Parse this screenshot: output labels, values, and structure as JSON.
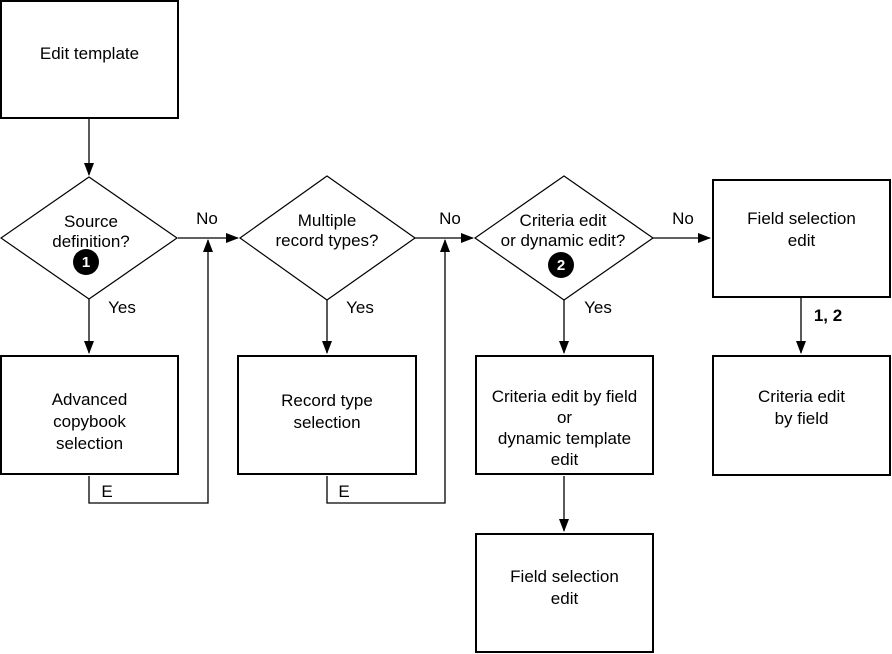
{
  "colors": {
    "line": "#000000",
    "text": "#000000",
    "box_background": "#ffffff",
    "badge_background": "#000000",
    "badge_text": "#ffffff"
  },
  "boxes": {
    "edit_template": {
      "label": "Edit template"
    },
    "field_selection_top": {
      "label": "Field selection\nedit"
    },
    "advanced_copybook": {
      "label": "Advanced\ncopybook\nselection"
    },
    "record_type": {
      "label": "Record type\nselection"
    },
    "criteria_dynamic": {
      "label": "Criteria edit by field\nor\ndynamic template\nedit"
    },
    "criteria_by_field": {
      "label": "Criteria edit\nby field"
    },
    "field_selection_bottom": {
      "label": "Field selection\nedit"
    }
  },
  "decisions": {
    "source_definition": {
      "label": "Source\ndefinition?",
      "badge": "1"
    },
    "multiple_record_types": {
      "label": "Multiple\nrecord types?"
    },
    "criteria_or_dynamic": {
      "label": "Criteria edit\nor dynamic edit?",
      "badge": "2"
    }
  },
  "edge_labels": {
    "no_1": "No",
    "no_2": "No",
    "no_3": "No",
    "yes_1": "Yes",
    "yes_2": "Yes",
    "yes_3": "Yes",
    "exit_1": "E",
    "exit_2": "E",
    "one_two": "1, 2"
  }
}
